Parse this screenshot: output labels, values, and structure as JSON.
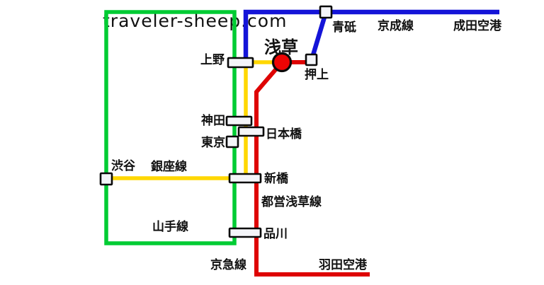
{
  "watermark": "traveler-sheep.com",
  "colors": {
    "yamanote_green": "#00cc33",
    "keisei_blue": "#1414d8",
    "ginza_yellow": "#ffd700",
    "toei_red": "#de0303",
    "marker_red": "#ee0404",
    "station_fill": "#f4f5f9",
    "station_border": "#0a0a0a",
    "watermark_gray": "#cdcdcd"
  },
  "stations": {
    "asakusa": "浅草",
    "ueno": "上野",
    "aoto": "青砥",
    "oshiage": "押上",
    "kanda": "神田",
    "nihombashi": "日本橋",
    "tokyo": "東京",
    "shibuya": "渋谷",
    "shimbashi": "新橋",
    "shinagawa": "品川"
  },
  "lines": {
    "keisei": "京成線",
    "ginza": "銀座線",
    "yamanote": "山手線",
    "toei_asakusa": "都営浅草線",
    "keikyu": "京急線"
  },
  "destinations": {
    "narita": "成田空港",
    "haneda": "羽田空港"
  }
}
